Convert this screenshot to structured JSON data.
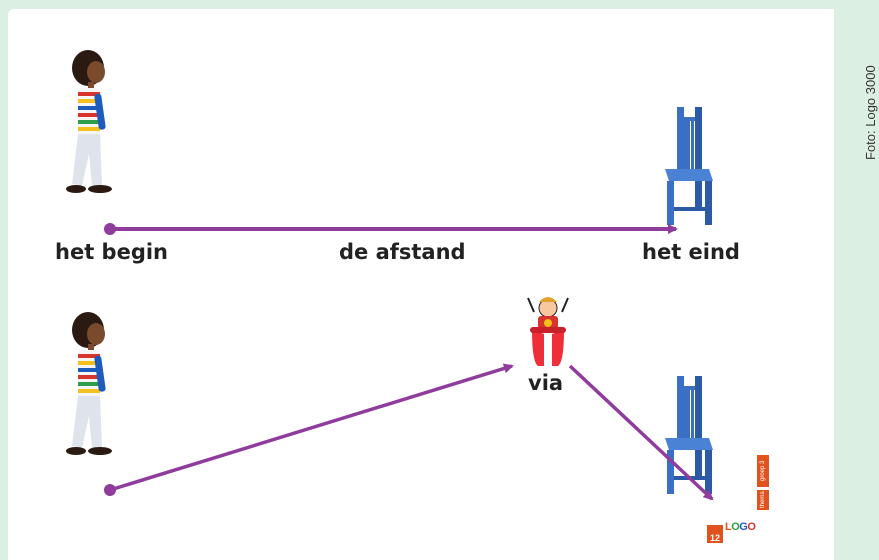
{
  "labels": {
    "begin": "het begin",
    "distance": "de afstand",
    "end": "het eind",
    "via": "via"
  },
  "credit": "Foto: Logo 3000",
  "publisher": {
    "tag_top": "groep 3",
    "tag_bottom": "thema",
    "badge": "12",
    "logo": "LOGO"
  },
  "colors": {
    "arrow": "#8f3c9d",
    "chair": "#3a6fc4",
    "background": "#dcefe3",
    "accent": "#e2521c"
  }
}
